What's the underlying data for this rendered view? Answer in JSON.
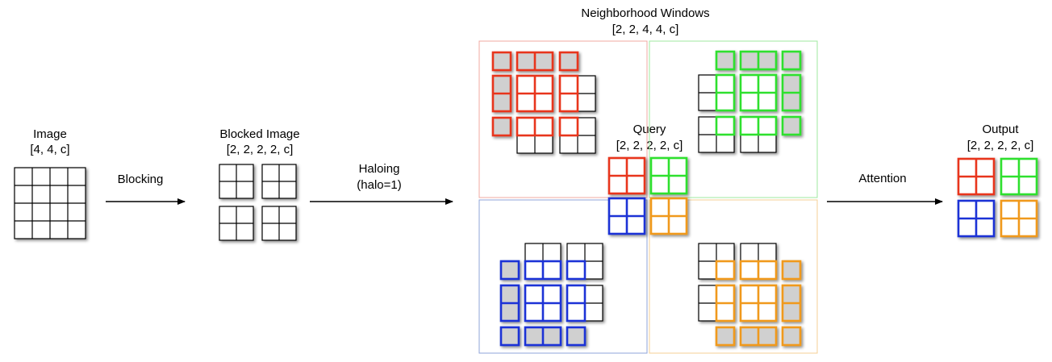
{
  "image": {
    "title": "Image",
    "shape": "[4, 4, c]"
  },
  "blocked_image": {
    "title": "Blocked Image",
    "shape": "[2, 2, 2, 2, c]"
  },
  "neighborhood": {
    "title": "Neighborhood Windows",
    "shape": "[2, 2, 4, 4, c]"
  },
  "query": {
    "title": "Query",
    "shape": "[2, 2, 2, 2, c]"
  },
  "output": {
    "title": "Output",
    "shape": "[2, 2, 2, 2, c]"
  },
  "steps": {
    "blocking": "Blocking",
    "haloing_1": "Haloing",
    "haloing_2": "(halo=1)",
    "attention": "Attention"
  },
  "colors": {
    "red": "#e8341c",
    "green": "#2ee02e",
    "blue": "#1a33d6",
    "orange": "#f0991a",
    "gray_fill": "#d0d0d0",
    "red_frame": "#f0a8a0",
    "green_frame": "#9fe89f",
    "blue_frame": "#8fa4da",
    "orange_frame": "#f5cf94"
  }
}
